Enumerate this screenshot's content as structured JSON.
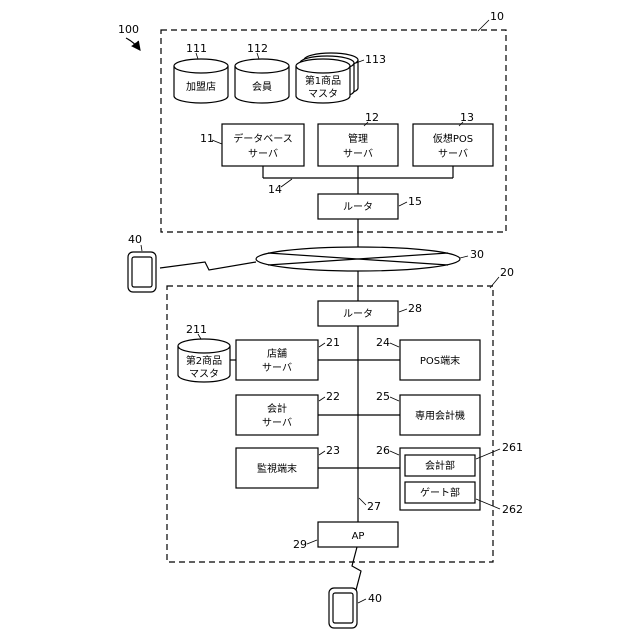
{
  "refs": {
    "system": "100",
    "headquarters": "10",
    "store": "20",
    "network": "30",
    "mobile_top": "40",
    "mobile_bottom": "40",
    "db_franchise": "111",
    "db_member": "112",
    "db_product1": "113",
    "database_server": "11",
    "management_server": "12",
    "virtual_pos_server": "13",
    "hq_lan": "14",
    "hq_router": "15",
    "store_router": "28",
    "db_product2": "211",
    "store_server": "21",
    "pos_terminal": "24",
    "accounting_server": "22",
    "dedicated_checkout": "25",
    "monitoring_terminal": "23",
    "checkout_machine": "26",
    "checkout_unit": "261",
    "gate_unit": "262",
    "store_lan": "27",
    "access_point": "29"
  },
  "labels": {
    "db_franchise": "加盟店",
    "db_member": "会員",
    "db_product1": [
      "第1商品",
      "マスタ"
    ],
    "database_server": [
      "データベース",
      "サーバ"
    ],
    "management_server": [
      "管理",
      "サーバ"
    ],
    "virtual_pos_server": [
      "仮想POS",
      "サーバ"
    ],
    "hq_router": "ルータ",
    "store_router": "ルータ",
    "db_product2": [
      "第2商品",
      "マスタ"
    ],
    "store_server": [
      "店舗",
      "サーバ"
    ],
    "pos_terminal": "POS端末",
    "accounting_server": [
      "会計",
      "サーバ"
    ],
    "dedicated_checkout": "専用会計機",
    "monitoring_terminal": "監視端末",
    "checkout_unit": "会計部",
    "gate_unit": "ゲート部",
    "access_point": "AP"
  }
}
